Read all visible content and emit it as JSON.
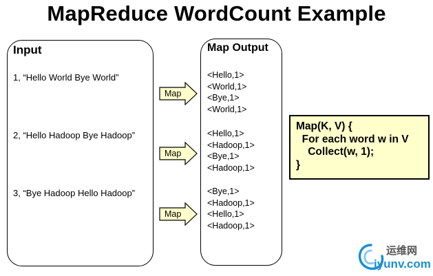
{
  "title": "MapReduce WordCount Example",
  "input": {
    "heading": "Input",
    "lines": [
      "1, “Hello World Bye World”",
      "2, “Hello Hadoop Bye Hadoop”",
      "3, “Bye Hadoop Hello Hadoop”"
    ]
  },
  "arrow_label": "Map",
  "map_output": {
    "heading": "Map Output",
    "groups": [
      [
        "<Hello,1>",
        "<World,1>",
        "<Bye,1>",
        "<World,1>"
      ],
      [
        "<Hello,1>",
        "<Hadoop,1>",
        "<Bye,1>",
        "<Hadoop,1>"
      ],
      [
        "<Bye,1>",
        "<Hadoop,1>",
        "<Hello,1>",
        "<Hadoop,1>"
      ]
    ]
  },
  "code": {
    "lines": [
      "Map(K, V) {",
      "  For each word w in V",
      "    Collect(w, 1);",
      "}"
    ]
  },
  "watermark": {
    "cn": "运维网",
    "url": "iyunv.com"
  },
  "colors": {
    "arrow_fill": "#ffffcc",
    "code_bg": "#ffffcc",
    "watermark": "#1b8fd6"
  }
}
